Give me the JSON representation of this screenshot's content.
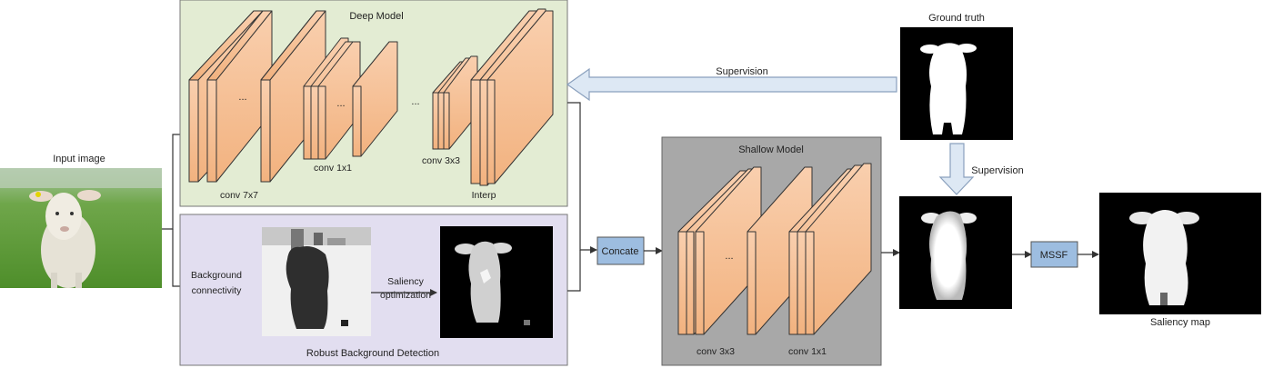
{
  "input": {
    "label": "Input image"
  },
  "deep_model": {
    "title": "Deep Model",
    "labels": {
      "conv7": "conv 7x7",
      "conv1": "conv 1x1",
      "conv3": "conv 3x3",
      "interp": "Interp"
    },
    "ellipsis": "..."
  },
  "robust": {
    "title": "Robust Background Detection",
    "bg_line1": "Background",
    "bg_line2": "connectivity",
    "sal_line1": "Saliency",
    "sal_line2": "optimization"
  },
  "ground_truth": {
    "label": "Ground truth"
  },
  "supervision_top": "Supervision",
  "supervision_right": "Supervision",
  "concate": "Concate",
  "shallow_model": {
    "title": "Shallow Model",
    "labels": {
      "conv3": "conv 3x3",
      "conv1": "conv 1x1"
    },
    "ellipsis": "..."
  },
  "mssf": "MSSF",
  "output": {
    "label": "Saliency map"
  },
  "colors": {
    "layer_fill": "#f7bf94",
    "layer_stroke": "#333333",
    "deep_bg": "#e3ecd3",
    "robust_bg": "#e2def0",
    "shallow_bg": "#a8a8a8",
    "op_box": "#9dbde0",
    "arrow_fill": "#dde8f4",
    "arrow_stroke": "#8aa0bd"
  }
}
